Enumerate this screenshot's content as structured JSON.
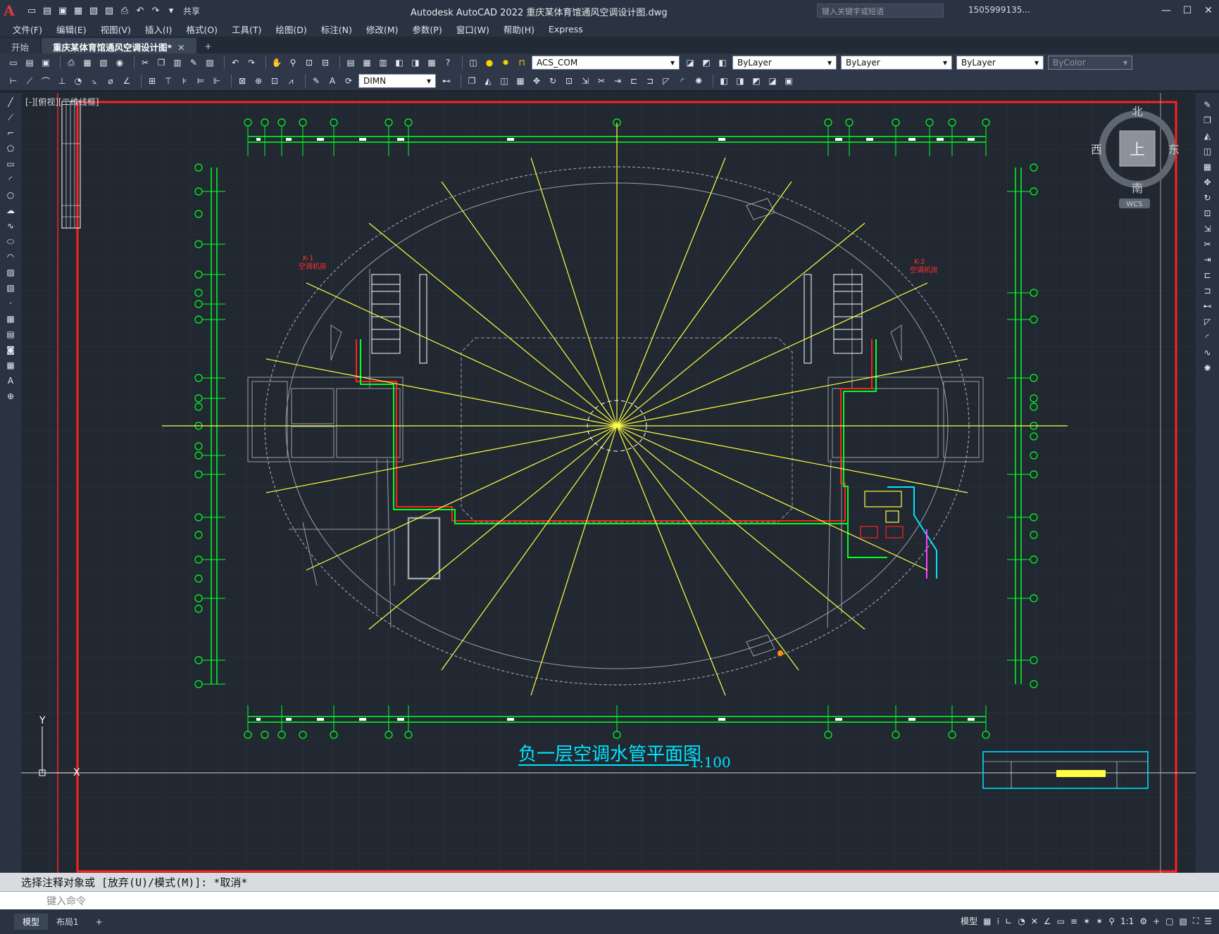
{
  "app": {
    "title": "Autodesk AutoCAD 2022    重庆某体育馆通风空调设计图.dwg",
    "share_label": "共享",
    "search_placeholder": "键入关键字或短语",
    "user": "1505999135...",
    "logo": "A"
  },
  "menu": [
    "文件(F)",
    "编辑(E)",
    "视图(V)",
    "插入(I)",
    "格式(O)",
    "工具(T)",
    "绘图(D)",
    "标注(N)",
    "修改(M)",
    "参数(P)",
    "窗口(W)",
    "帮助(H)",
    "Express"
  ],
  "tabs": [
    {
      "label": "开始",
      "active": false
    },
    {
      "label": "重庆某体育馆通风空调设计图*",
      "active": true
    }
  ],
  "toolbar": {
    "layer": "ACS_COM",
    "color": "ByLayer",
    "linetype": "ByLayer",
    "lineweight": "ByLayer",
    "plotstyle": "ByColor",
    "dimstyle": "DIMN"
  },
  "viewport": {
    "label": "[-][俯视][二维线框]",
    "compass": {
      "n": "北",
      "s": "南",
      "e": "东",
      "w": "西",
      "top": "上",
      "wcs": "WCS"
    }
  },
  "drawing": {
    "title": "负一层空调水管平面图",
    "scale": "1:100",
    "label_k1": "K-1",
    "label_k2": "K-2",
    "label_unit": "空调机房"
  },
  "command": {
    "history": "选择注释对象或 [放弃(U)/模式(M)]: *取消*",
    "placeholder": "键入命令"
  },
  "status": {
    "model_tab": "模型",
    "layout_tab": "布局1",
    "model_label": "模型",
    "scale": "1:1"
  },
  "colors": {
    "bg": "#212831",
    "frame": "#ff2020",
    "axis": "#00ff22",
    "pipe": "#ffff40",
    "wall": "#9aa0a6",
    "title": "#00e5ff"
  }
}
